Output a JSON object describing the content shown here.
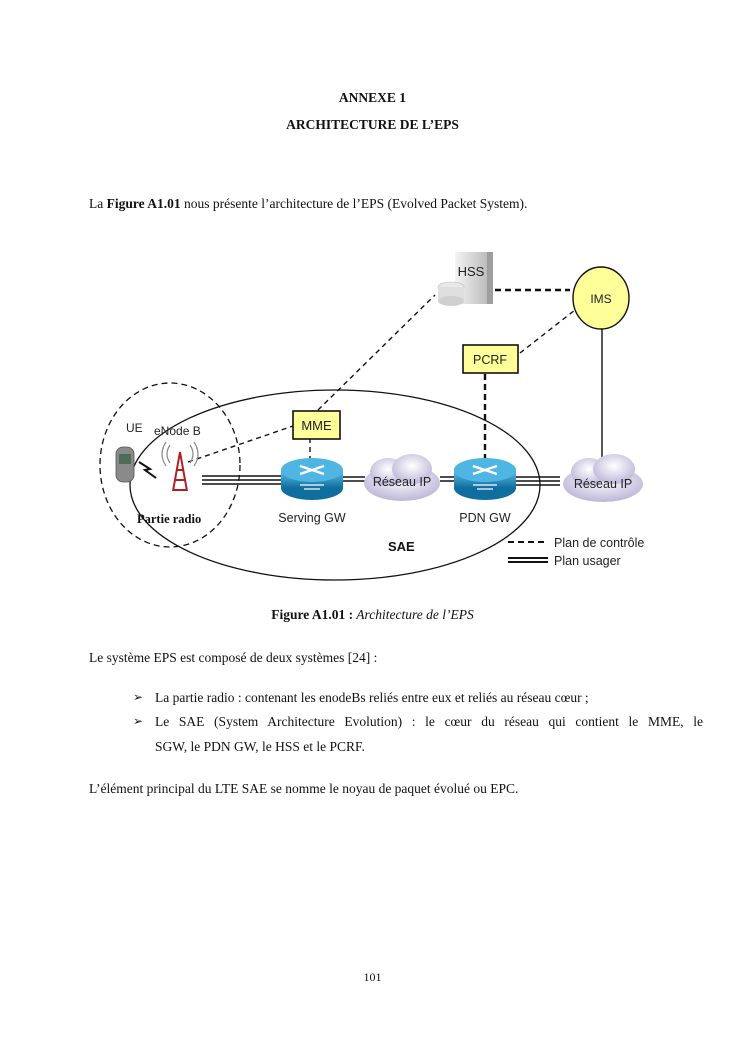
{
  "document": {
    "annex_title": "ANNEXE 1",
    "section_title": "ARCHITECTURE DE L’EPS",
    "intro": {
      "prefix": "La ",
      "figure_ref": "Figure A1.01",
      "suffix": " nous présente l’architecture de l’EPS (Evolved Packet System)."
    },
    "figure": {
      "nodes": {
        "hss": "HSS",
        "ims": "IMS",
        "pcrf": "PCRF",
        "mme": "MME",
        "ue": "UE",
        "enodeb": "eNode B",
        "serving_gw": "Serving GW",
        "pdn_gw": "PDN GW",
        "ip_network_1": "Réseau IP",
        "ip_network_2": "Réseau IP",
        "radio_zone": "Partie radio",
        "sae_zone": "SAE"
      },
      "legend": {
        "control_plane": "Plan de contrôle",
        "user_plane": "Plan usager"
      },
      "colors": {
        "box_fill": "#ffff99",
        "router_fill": "#1b8fc4",
        "cloud_fill": "#dcd8ec",
        "antenna": "#b02020"
      }
    },
    "caption": {
      "label": "Figure A1.01 :",
      "text": " Architecture de l’EPS"
    },
    "body": {
      "lead": "Le système EPS est composé de deux systèmes [24] :",
      "bullet_glyph": "➢",
      "bullets": [
        "La partie radio : contenant les enodeBs reliés entre eux et reliés au réseau cœur ;",
        "Le SAE (System Architecture Evolution) : le cœur du réseau qui contient le MME, le",
        "SGW, le PDN GW, le HSS et le PCRF."
      ],
      "closing": "L’élément principal du LTE SAE se nomme le noyau de paquet évolué ou EPC."
    },
    "page_number": "101"
  }
}
